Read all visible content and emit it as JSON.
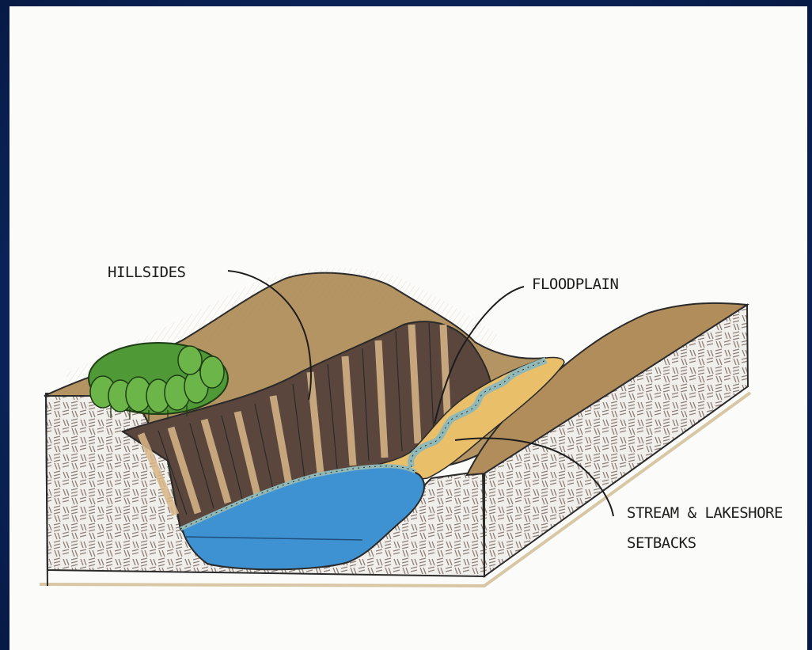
{
  "labels": {
    "hillsides": "HILLSIDES",
    "floodplain": "FLOODPLAIN",
    "setbacks_line1": "STREAM & LAKESHORE",
    "setbacks_line2": "SETBACKS"
  },
  "colors": {
    "background": "#0a2256",
    "paper": "#fbfbf9",
    "hill_tan": "#b59463",
    "cliff_dark": "#4e3a33",
    "floodplain_sand": "#e9bf6a",
    "lake_blue": "#3f92d2",
    "trees_green": "#4f9a37",
    "stream_teal": "#8fb8b6"
  }
}
